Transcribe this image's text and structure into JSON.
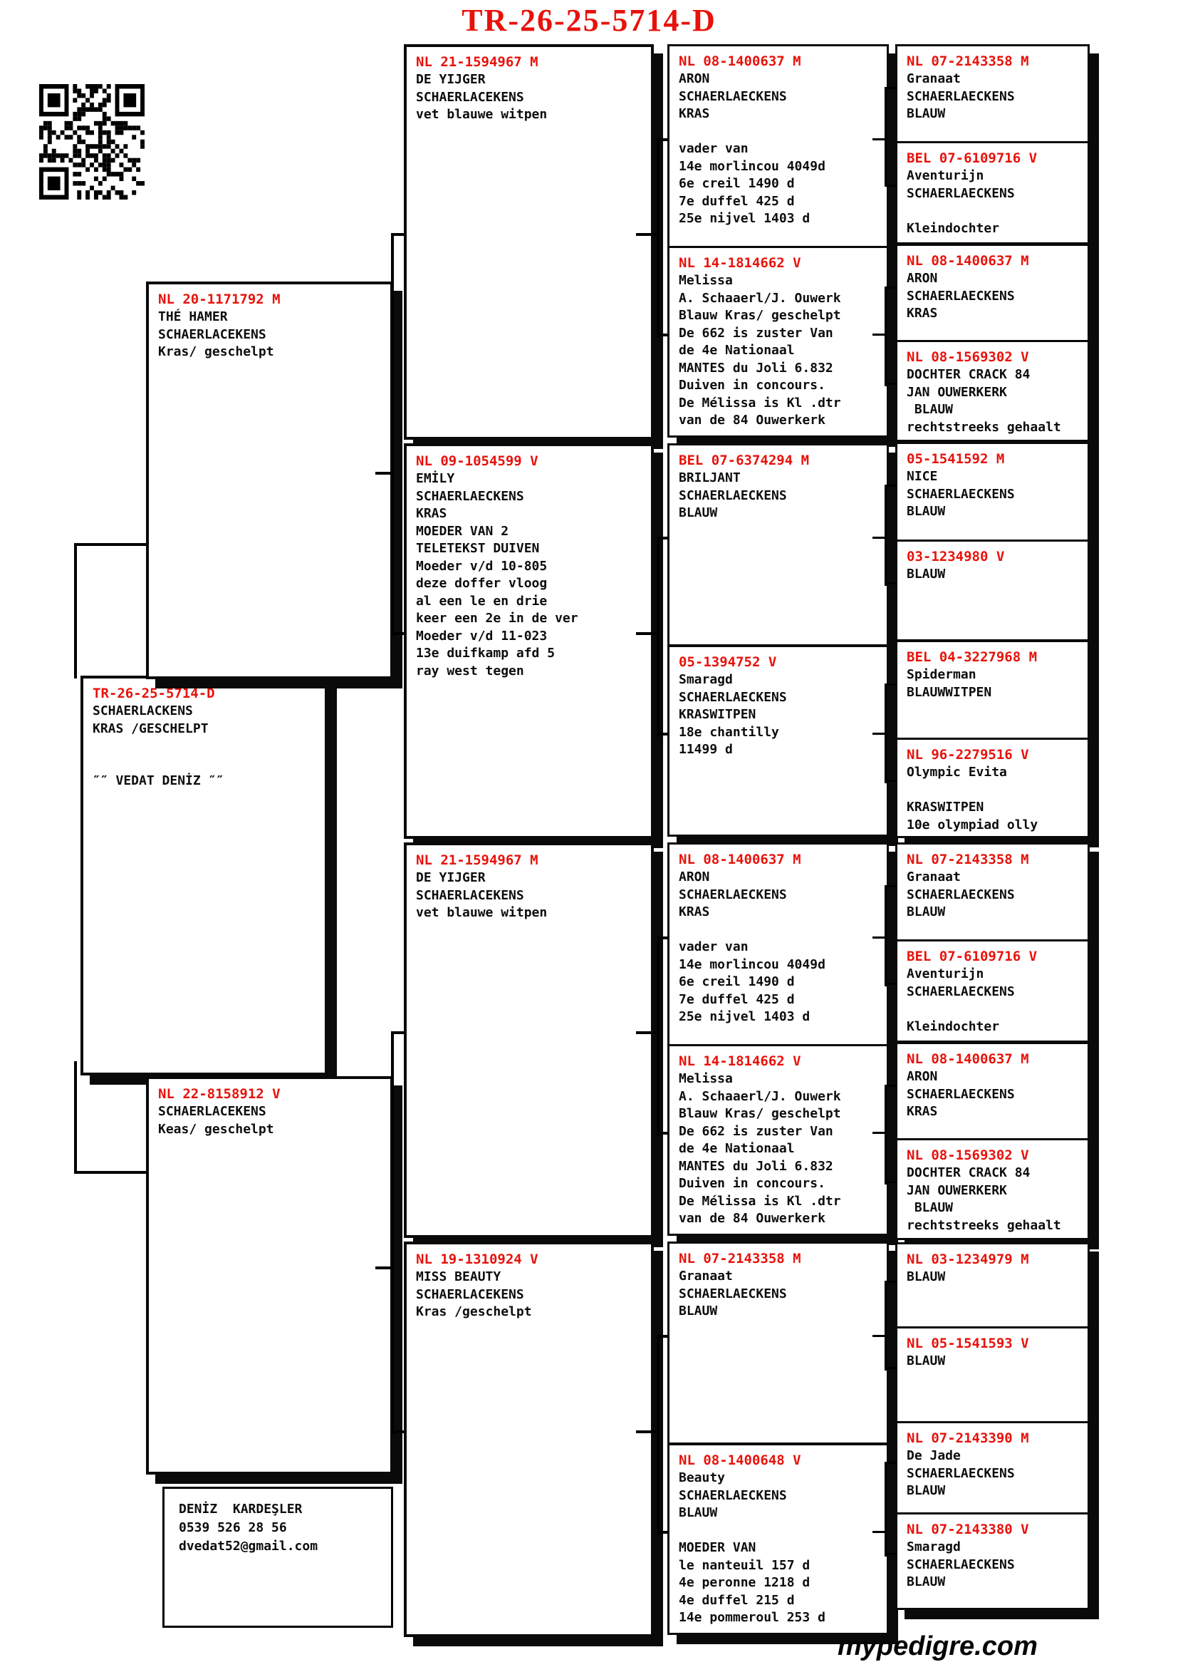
{
  "title": "TR-26-25-5714-D",
  "colors": {
    "ring_red": "#e8120b",
    "text_black": "#0d0d0d"
  },
  "contact": {
    "name": "DENİZ  KARDEŞLER",
    "phone": "0539 526 28 56",
    "email": "dvedat52@gmail.com"
  },
  "footer": {
    "site": "mypedigre.com"
  },
  "pedigree": {
    "subject": {
      "ring": "TR-26-25-5714-D",
      "body": "SCHAERLACKENS\nKRAS /GESCHELPT\n\n\n″″ VEDAT DENİZ ″″"
    },
    "gen2": [
      {
        "ring": "NL 20-1171792 M",
        "body": "THÉ HAMER\nSCHAERLACEKENS\nKras/ geschelpt"
      },
      {
        "ring": "NL 22-8158912 V",
        "body": "SCHAERLACEKENS\nKeas/ geschelpt"
      }
    ],
    "gen3": [
      {
        "ring": "NL 21-1594967 M",
        "body": "DE YIJGER\nSCHAERLACEKENS\nvet blauwe witpen"
      },
      {
        "ring": "NL 09-1054599 V",
        "body": "EMİLY\nSCHAERLAECKENS\nKRAS\nMOEDER VAN 2\nTELETEKST DUIVEN\nMoeder v/d 10-805\ndeze doffer vloog\nal een le en drie\nkeer een 2e in de ver\nMoeder v/d 11-023\n13e duifkamp afd 5\nray west tegen"
      },
      {
        "ring": "NL 21-1594967 M",
        "body": "DE YIJGER\nSCHAERLACEKENS\nvet blauwe witpen"
      },
      {
        "ring": "NL 19-1310924 V",
        "body": "MISS BEAUTY\nSCHAERLACEKENS\nKras /geschelpt"
      }
    ],
    "gen4": [
      {
        "ring": "NL 08-1400637 M",
        "body": "ARON\nSCHAERLAECKENS\nKRAS\n\nvader van\n14e morlincou 4049d\n6e creil 1490 d\n7e duffel 425 d\n25e nijvel 1403 d"
      },
      {
        "ring": "NL 14-1814662 V",
        "body": "Melissa\nA. Schaaerl/J. Ouwerk\nBlauw Kras/ geschelpt\nDe 662 is zuster Van\nde 4e Nationaal\nMANTES du Joli 6.832\nDuiven in concours.\nDe Mélissa is Kl .dtr\nvan de 84 Ouwerkerk"
      },
      {
        "ring": "BEL 07-6374294 M",
        "body": "BRILJANT\nSCHAERLAECKENS\nBLAUW"
      },
      {
        "ring": "05-1394752 V",
        "body": "Smaragd\nSCHAERLAECKENS\nKRASWITPEN\n18e chantilly\n11499 d"
      },
      {
        "ring": "NL 08-1400637 M",
        "body": "ARON\nSCHAERLAECKENS\nKRAS\n\nvader van\n14e morlincou 4049d\n6e creil 1490 d\n7e duffel 425 d\n25e nijvel 1403 d"
      },
      {
        "ring": "NL 14-1814662 V",
        "body": "Melissa\nA. Schaaerl/J. Ouwerk\nBlauw Kras/ geschelpt\nDe 662 is zuster Van\nde 4e Nationaal\nMANTES du Joli 6.832\nDuiven in concours.\nDe Mélissa is Kl .dtr\nvan de 84 Ouwerkerk"
      },
      {
        "ring": "NL 07-2143358 M",
        "body": "Granaat\nSCHAERLAECKENS\nBLAUW"
      },
      {
        "ring": "NL 08-1400648 V",
        "body": "Beauty\nSCHAERLAECKENS\nBLAUW\n\nMOEDER VAN\nle nanteuil 157 d\n4e peronne 1218 d\n4e duffel 215 d\n14e pommeroul 253 d"
      }
    ],
    "gen5": [
      {
        "ring": "NL 07-2143358 M",
        "body": "Granaat\nSCHAERLAECKENS\nBLAUW"
      },
      {
        "ring": "BEL 07-6109716 V",
        "body": "Aventurijn\nSCHAERLAECKENS\n\nKleindochter"
      },
      {
        "ring": "NL 08-1400637 M",
        "body": "ARON\nSCHAERLAECKENS\nKRAS"
      },
      {
        "ring": "NL 08-1569302 V",
        "body": "DOCHTER CRACK 84\nJAN OUWERKERK\n BLAUW\nrechtstreeks gehaalt"
      },
      {
        "ring": "05-1541592 M",
        "body": "NICE\nSCHAERLAECKENS\nBLAUW"
      },
      {
        "ring": "03-1234980 V",
        "body": "BLAUW"
      },
      {
        "ring": "BEL 04-3227968 M",
        "body": "Spiderman\nBLAUWWITPEN"
      },
      {
        "ring": "NL 96-2279516 V",
        "body": "Olympic Evita\n\nKRASWITPEN\n10e olympiad olly"
      },
      {
        "ring": "NL 07-2143358 M",
        "body": "Granaat\nSCHAERLAECKENS\nBLAUW"
      },
      {
        "ring": "BEL 07-6109716 V",
        "body": "Aventurijn\nSCHAERLAECKENS\n\nKleindochter"
      },
      {
        "ring": "NL 08-1400637 M",
        "body": "ARON\nSCHAERLAECKENS\nKRAS"
      },
      {
        "ring": "NL 08-1569302 V",
        "body": "DOCHTER CRACK 84\nJAN OUWERKERK\n BLAUW\nrechtstreeks gehaalt"
      },
      {
        "ring": "NL 03-1234979 M",
        "body": "BLAUW"
      },
      {
        "ring": "NL 05-1541593 V",
        "body": "BLAUW"
      },
      {
        "ring": "NL 07-2143390 M",
        "body": "De Jade\nSCHAERLAECKENS\nBLAUW"
      },
      {
        "ring": "NL 07-2143380 V",
        "body": "Smaragd\nSCHAERLAECKENS\nBLAUW"
      }
    ]
  }
}
